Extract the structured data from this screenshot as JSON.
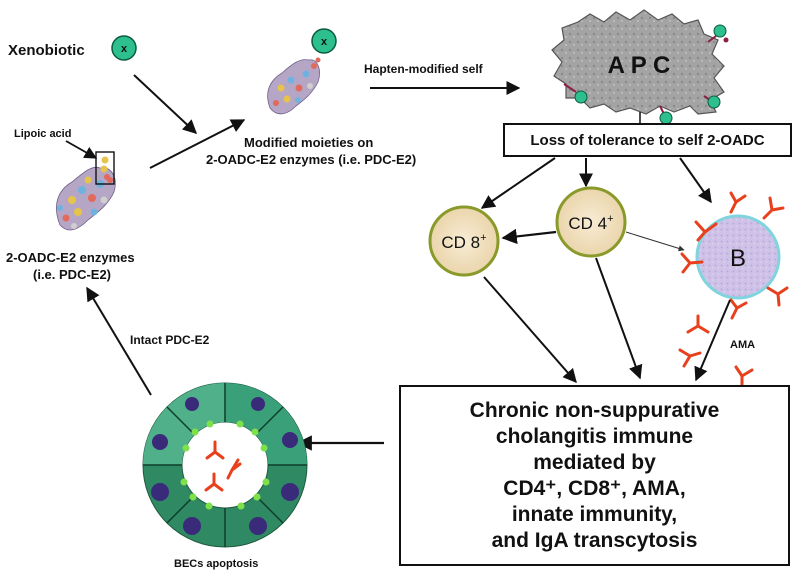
{
  "labels": {
    "xenobiotic": "Xenobiotic",
    "x_symbol": "x",
    "lipoic_acid": "Lipoic acid",
    "enzymes_line1": "2-OADC-E2 enzymes",
    "enzymes_line2": "(i.e. PDC-E2)",
    "modified_line1": "Modified moieties on",
    "modified_line2": "2-OADC-E2 enzymes (i.e. PDC-E2)",
    "hapten": "Hapten-modified self",
    "apc": "A P C",
    "loss_tolerance": "Loss of tolerance to self 2-OADC",
    "cd8": "CD 8",
    "cd8_sup": "+",
    "cd4": "CD 4",
    "cd4_sup": "+",
    "b_cell": "B",
    "ama": "AMA",
    "intact_pdc": "Intact PDC-E2",
    "becs_apoptosis": "BECs apoptosis",
    "chronic_lines": [
      "Chronic non-suppurative",
      "cholangitis immune",
      "mediated by",
      "CD4⁺, CD8⁺, AMA,",
      "innate immunity,",
      "and IgA transcytosis"
    ]
  },
  "colors": {
    "xenobiotic_fill": "#2dbf8e",
    "t_cell_fill": "#f3e3c3",
    "t_cell_border": "#8a9a2a",
    "b_cell_fill": "#cfc0e6",
    "b_cell_border": "#7fd4de",
    "antibody": "#e8401c",
    "apc_fill": "#a9a9a9",
    "duct_dark": "#1f6b4e",
    "duct_light": "#3aa07a",
    "nucleus": "#3a2a7a",
    "dots": "#7fe14a"
  }
}
